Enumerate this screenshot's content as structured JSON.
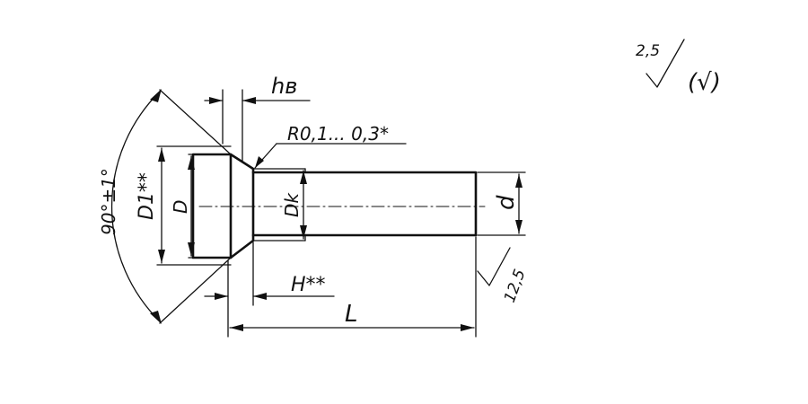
{
  "drawing": {
    "labels": {
      "hv": "hв",
      "radius_note": "R0,1... 0,3*",
      "angle_note": "90°±1°",
      "d1": "D1**",
      "d_head": "D",
      "dk": "Dk",
      "d_shank": "d",
      "h_head": "H**",
      "length": "L",
      "roughness_end": "12,5",
      "roughness_general": "2,5",
      "roughness_other": "(√)"
    }
  }
}
